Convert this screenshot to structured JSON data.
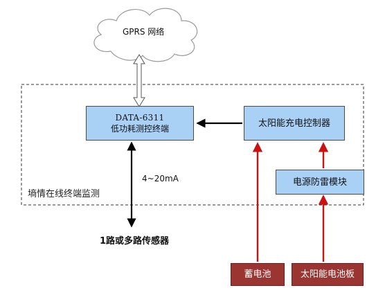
{
  "cloud": {
    "label": "GPRS 网络"
  },
  "terminal": {
    "line1": "DATA-6311",
    "line2": "低功耗测控终端"
  },
  "controller": {
    "label": "太阳能充电控制器"
  },
  "lightning": {
    "label": "电源防雷模块"
  },
  "battery": {
    "label": "蓄电池"
  },
  "panel": {
    "label": "太阳能电池板"
  },
  "signal": {
    "label": "4~20mA"
  },
  "region": {
    "label": "墒情在线终端监测"
  },
  "sensors": {
    "label": "1路或多路传感器"
  },
  "colors": {
    "box_fill": "#a9d0f5",
    "power_box_fill": "#9a3532",
    "power_line": "#cc1111",
    "signal_line": "#000000"
  }
}
